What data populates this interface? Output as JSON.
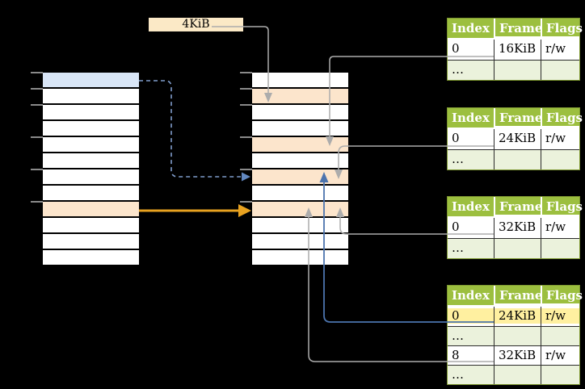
{
  "diagram": {
    "page_size_label": "4KiB",
    "virtual_memory": {
      "rows": [
        "blue",
        "white",
        "white",
        "white",
        "white",
        "white",
        "white",
        "white",
        "orange",
        "white",
        "white",
        "white"
      ],
      "ticks_y": [
        90,
        110,
        130,
        170,
        210,
        250
      ]
    },
    "physical_memory": {
      "rows": [
        "white",
        "orange",
        "white",
        "white",
        "orange",
        "white",
        "orange",
        "white",
        "orange",
        "white",
        "white",
        "white"
      ],
      "ticks_y": [
        90,
        110,
        130,
        170,
        210,
        250
      ]
    },
    "page_tables": [
      {
        "headers": [
          "Index",
          "Frame",
          "Flags"
        ],
        "rows": [
          {
            "cells": [
              "0",
              "16KiB",
              "r/w"
            ],
            "highlight": false
          },
          {
            "cells": [
              "…",
              "",
              ""
            ],
            "highlight": false
          }
        ]
      },
      {
        "headers": [
          "Index",
          "Frame",
          "Flags"
        ],
        "rows": [
          {
            "cells": [
              "0",
              "24KiB",
              "r/w"
            ],
            "highlight": false
          },
          {
            "cells": [
              "…",
              "",
              ""
            ],
            "highlight": false
          }
        ]
      },
      {
        "headers": [
          "Index",
          "Frame",
          "Flags"
        ],
        "rows": [
          {
            "cells": [
              "0",
              "32KiB",
              "r/w"
            ],
            "highlight": false
          },
          {
            "cells": [
              "…",
              "",
              ""
            ],
            "highlight": false
          }
        ]
      },
      {
        "headers": [
          "Index",
          "Frame",
          "Flags"
        ],
        "rows": [
          {
            "cells": [
              "0",
              "24KiB",
              "r/w"
            ],
            "highlight": true
          },
          {
            "cells": [
              "…",
              "",
              ""
            ],
            "highlight": false
          },
          {
            "cells": [
              "8",
              "32KiB",
              "r/w"
            ],
            "highlight": false
          },
          {
            "cells": [
              "…",
              "",
              ""
            ],
            "highlight": false
          }
        ]
      }
    ],
    "connections": [
      {
        "from": "page-size-label",
        "to": "physical-frame-4KiB",
        "style": "gray"
      },
      {
        "from": "page-table-1-row-0",
        "to": "physical-frame-16KiB",
        "style": "gray"
      },
      {
        "from": "page-table-2-row-0",
        "to": "physical-frame-24KiB",
        "style": "gray"
      },
      {
        "from": "page-table-3-row-0",
        "to": "physical-frame-32KiB",
        "style": "gray"
      },
      {
        "from": "page-table-4-row-0",
        "to": "physical-frame-24KiB",
        "style": "blue"
      },
      {
        "from": "page-table-4-row-2",
        "to": "physical-frame-32KiB",
        "style": "gray"
      },
      {
        "from": "virtual-page-blue",
        "to": "physical-frame-24KiB",
        "style": "dashed-blue"
      },
      {
        "from": "virtual-page-orange",
        "to": "physical-frame-32KiB",
        "style": "orange"
      }
    ],
    "colors": {
      "table_header_green": "#9CBF3F",
      "table_row_light_green": "#EBF2DC",
      "highlight_yellow": "#FFF0A0",
      "frame_orange": "#FCE5CC",
      "page_blue": "#D9E6F7",
      "box_cream": "#FBE9C6",
      "arrow_gray": "#ACACAC",
      "arrow_orange": "#E8A220",
      "arrow_blue": "#4C74AE",
      "arrow_blue_dashed": "#7F9CCB"
    }
  }
}
